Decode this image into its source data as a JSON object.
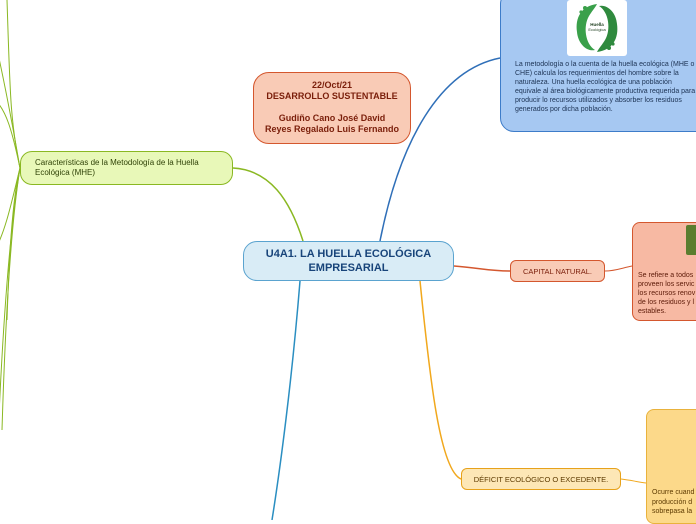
{
  "central": {
    "title": "U4A1. LA HUELLA ECOLÓGICA EMPRESARIAL"
  },
  "date_box": {
    "date": "22/Oct/21",
    "subject": "DESARROLLO SUSTENTABLE",
    "author_1": "Gudiño Cano José David",
    "author_2": "Reyes Regalado Luis Fernando"
  },
  "mhe_node": {
    "label": "Características de la Metodología de la Huella Ecológica (MHE)"
  },
  "definition_box": {
    "logo_text_1": "Huella",
    "logo_text_2": "Ecológica",
    "text": "La metodología o la cuenta de la huella ecológica (MHE o CHE) calcula los requerimientos del hombre sobre la naturaleza. Una huella ecológica de una población equivale al área biológicamente productiva requerida para producir lo recursos utilizados y absorber los residuos generados por dicha población."
  },
  "capital_node": {
    "label": "CAPITAL NATURAL."
  },
  "capital_box": {
    "lines": [
      "Se refiere a todos",
      "proveen los servic",
      "los recursos renov",
      "de los residuos y l",
      "estables."
    ]
  },
  "deficit_node": {
    "label": "DÉFICIT ECOLÓGICO O EXCEDENTE."
  },
  "deficit_box": {
    "lines": [
      "Ocurre cuand",
      "producción d",
      "sobrepasa la"
    ]
  },
  "colors": {
    "blue_link": "#2f6fb8",
    "red_link": "#d4572e",
    "orange_link": "#f1a81d",
    "green_link": "#8ab822",
    "teal_link": "#2a8ec1"
  }
}
